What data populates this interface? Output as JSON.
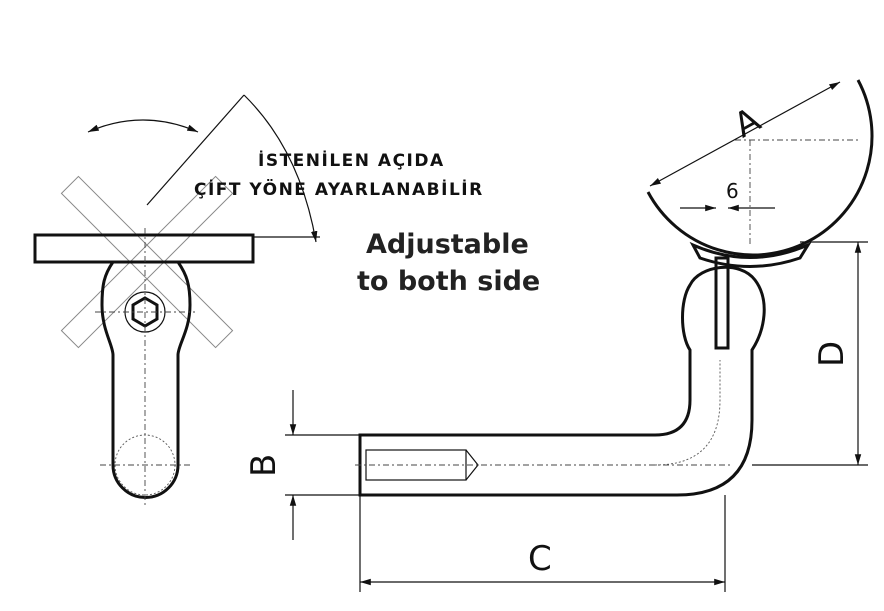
{
  "notes": {
    "turkish_line1": "İSTENİLEN AÇIDA",
    "turkish_line2": "ÇİFT YÖNE AYARLANABİLİR",
    "english_line1": "Adjustable",
    "english_line2": "to both side"
  },
  "dimensions": {
    "a": "A",
    "b": "B",
    "c": "C",
    "d": "D",
    "six": "6"
  }
}
